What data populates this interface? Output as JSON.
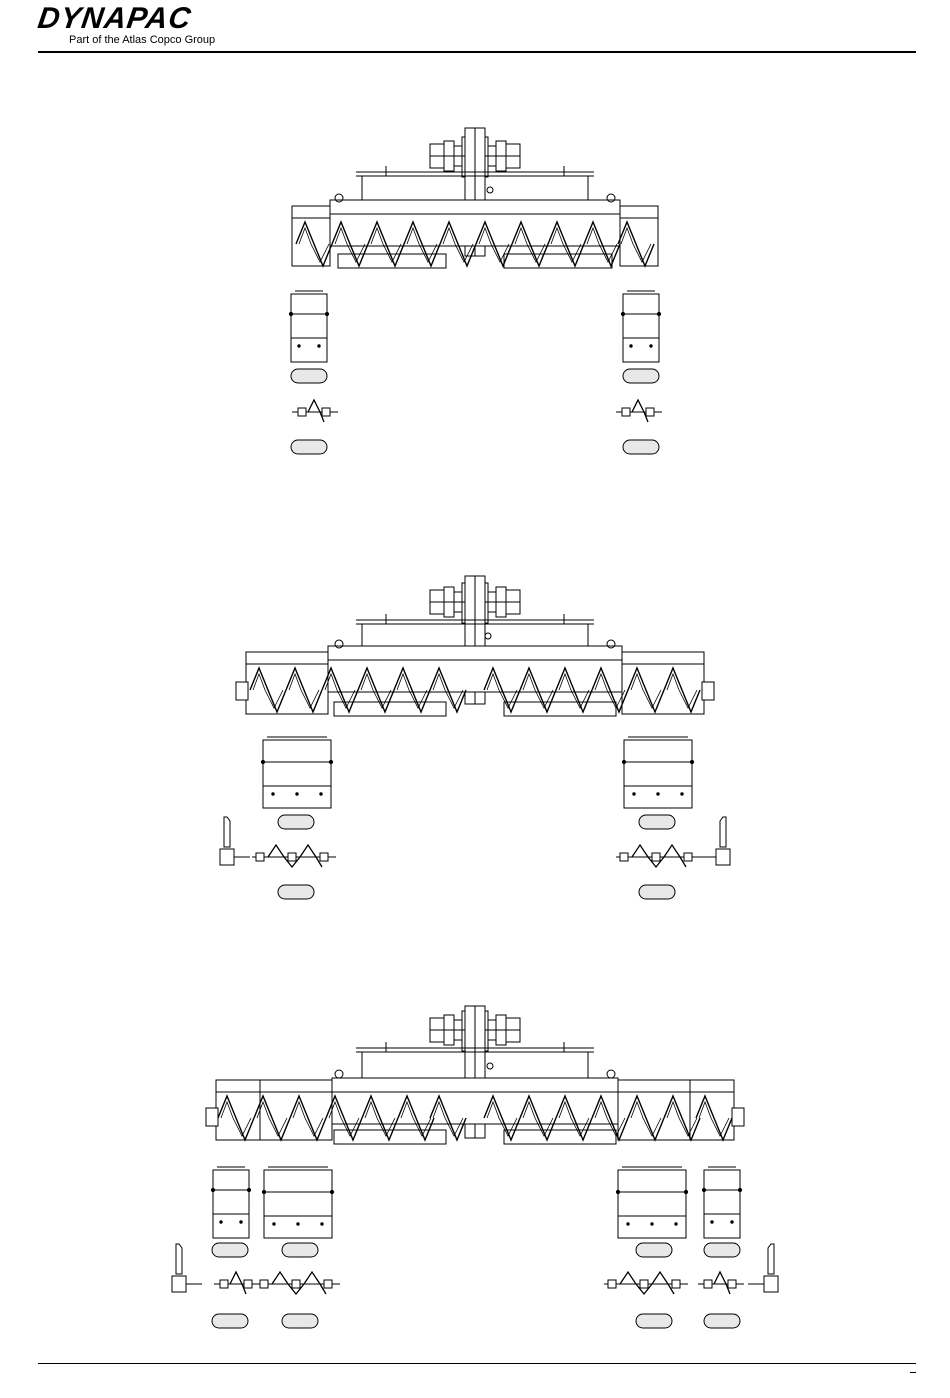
{
  "header": {
    "brand": "DYNAPAC",
    "tagline": "Part of the Atlas Copco Group"
  },
  "colors": {
    "line": "#000000",
    "label_fill": "#e8e8e8"
  },
  "figures": [
    {
      "name": "screed-config-1",
      "extension_sets": 0
    },
    {
      "name": "screed-config-2",
      "extension_sets": 1
    },
    {
      "name": "screed-config-3",
      "extension_sets": 2
    }
  ]
}
